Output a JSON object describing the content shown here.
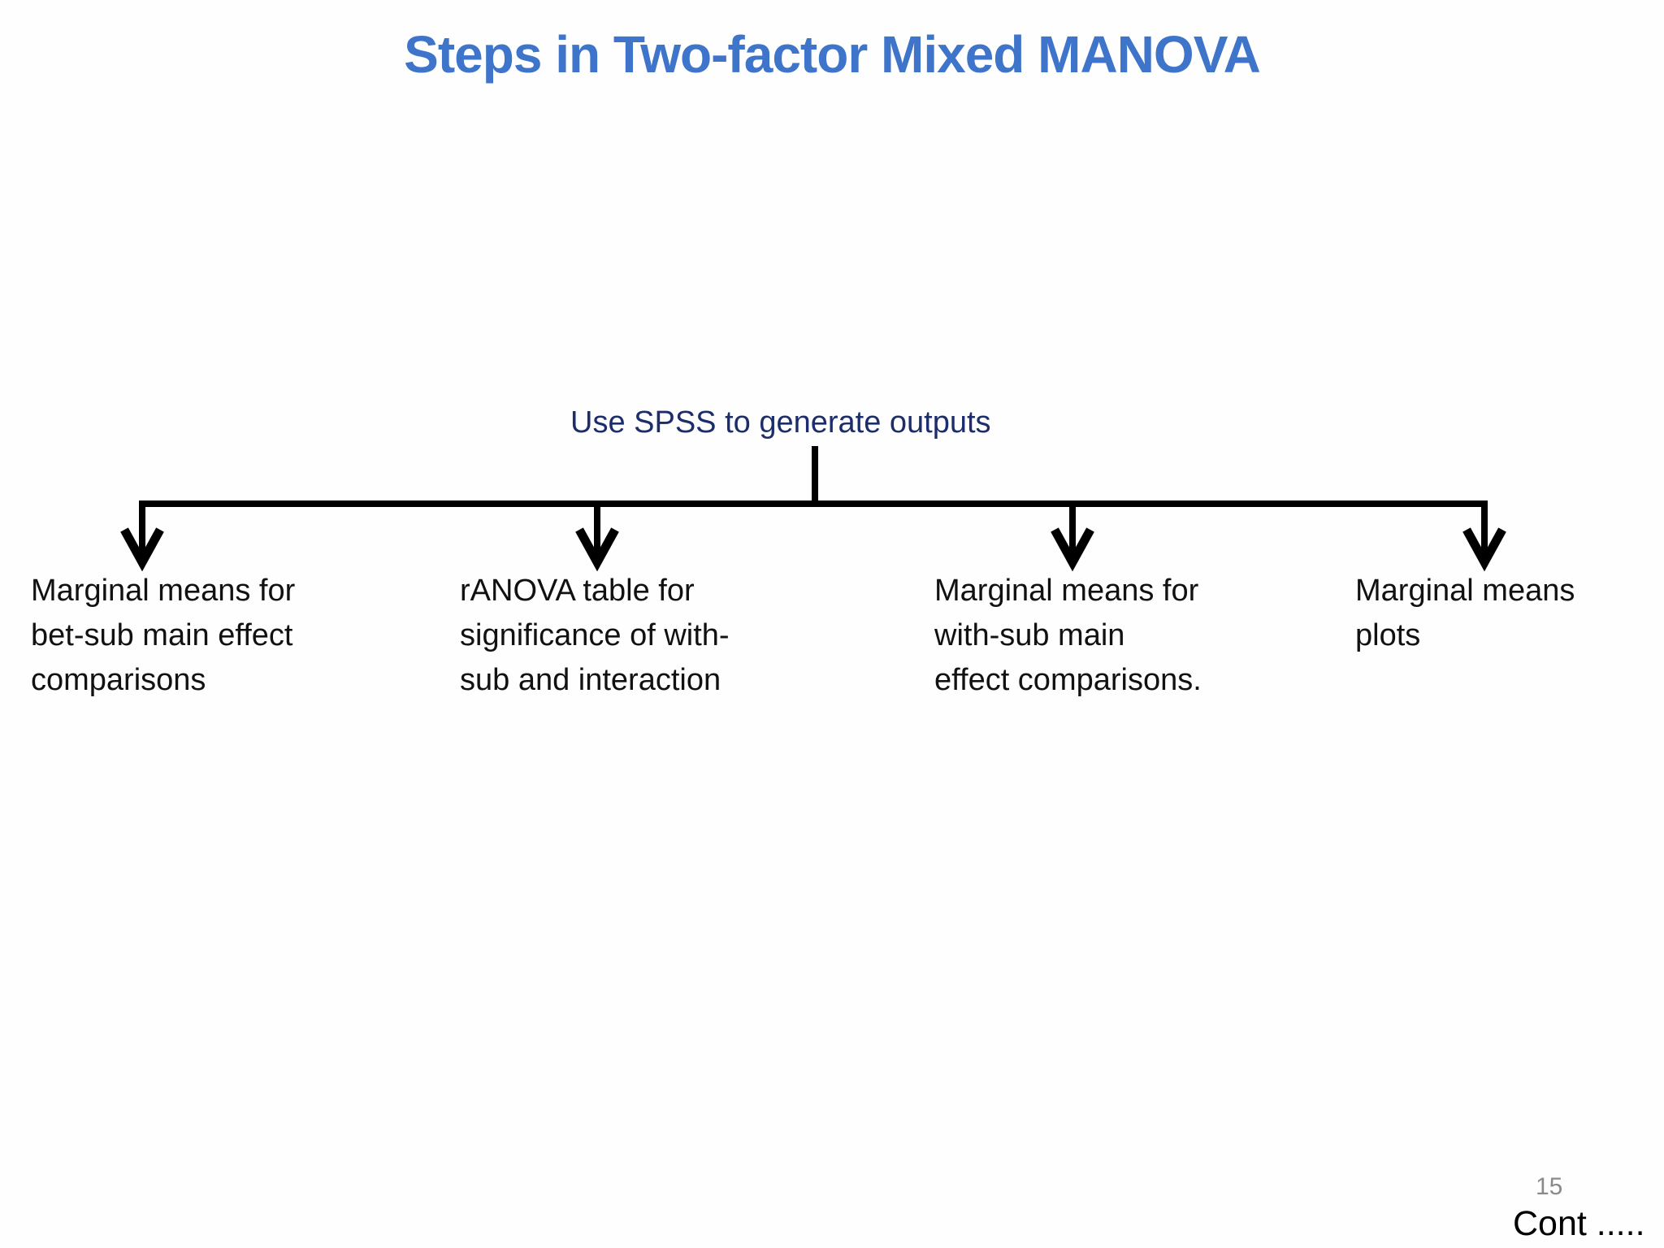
{
  "slide": {
    "title": "Steps in Two-factor Mixed MANOVA",
    "page_number": "15",
    "continuation_label": "Cont .....",
    "colors": {
      "title_blue": "#3e74c9",
      "root_navy": "#1c2d6b",
      "body_text": "#111111",
      "connector_black": "#000000",
      "page_number_gray": "#8a8a8a",
      "background": "#fefefe"
    }
  },
  "diagram": {
    "root_label": "Use SPSS to generate outputs",
    "branch_arrow_icon": "arrow-down",
    "branches": [
      {
        "label": [
          "Marginal means for",
          "bet-sub main effect",
          "comparisons"
        ]
      },
      {
        "label": [
          "rANOVA table for",
          "significance of with-",
          "sub and interaction"
        ]
      },
      {
        "label": [
          "Marginal means for",
          "with-sub main",
          "effect comparisons."
        ]
      },
      {
        "label": [
          "Marginal means",
          "plots"
        ]
      }
    ]
  }
}
